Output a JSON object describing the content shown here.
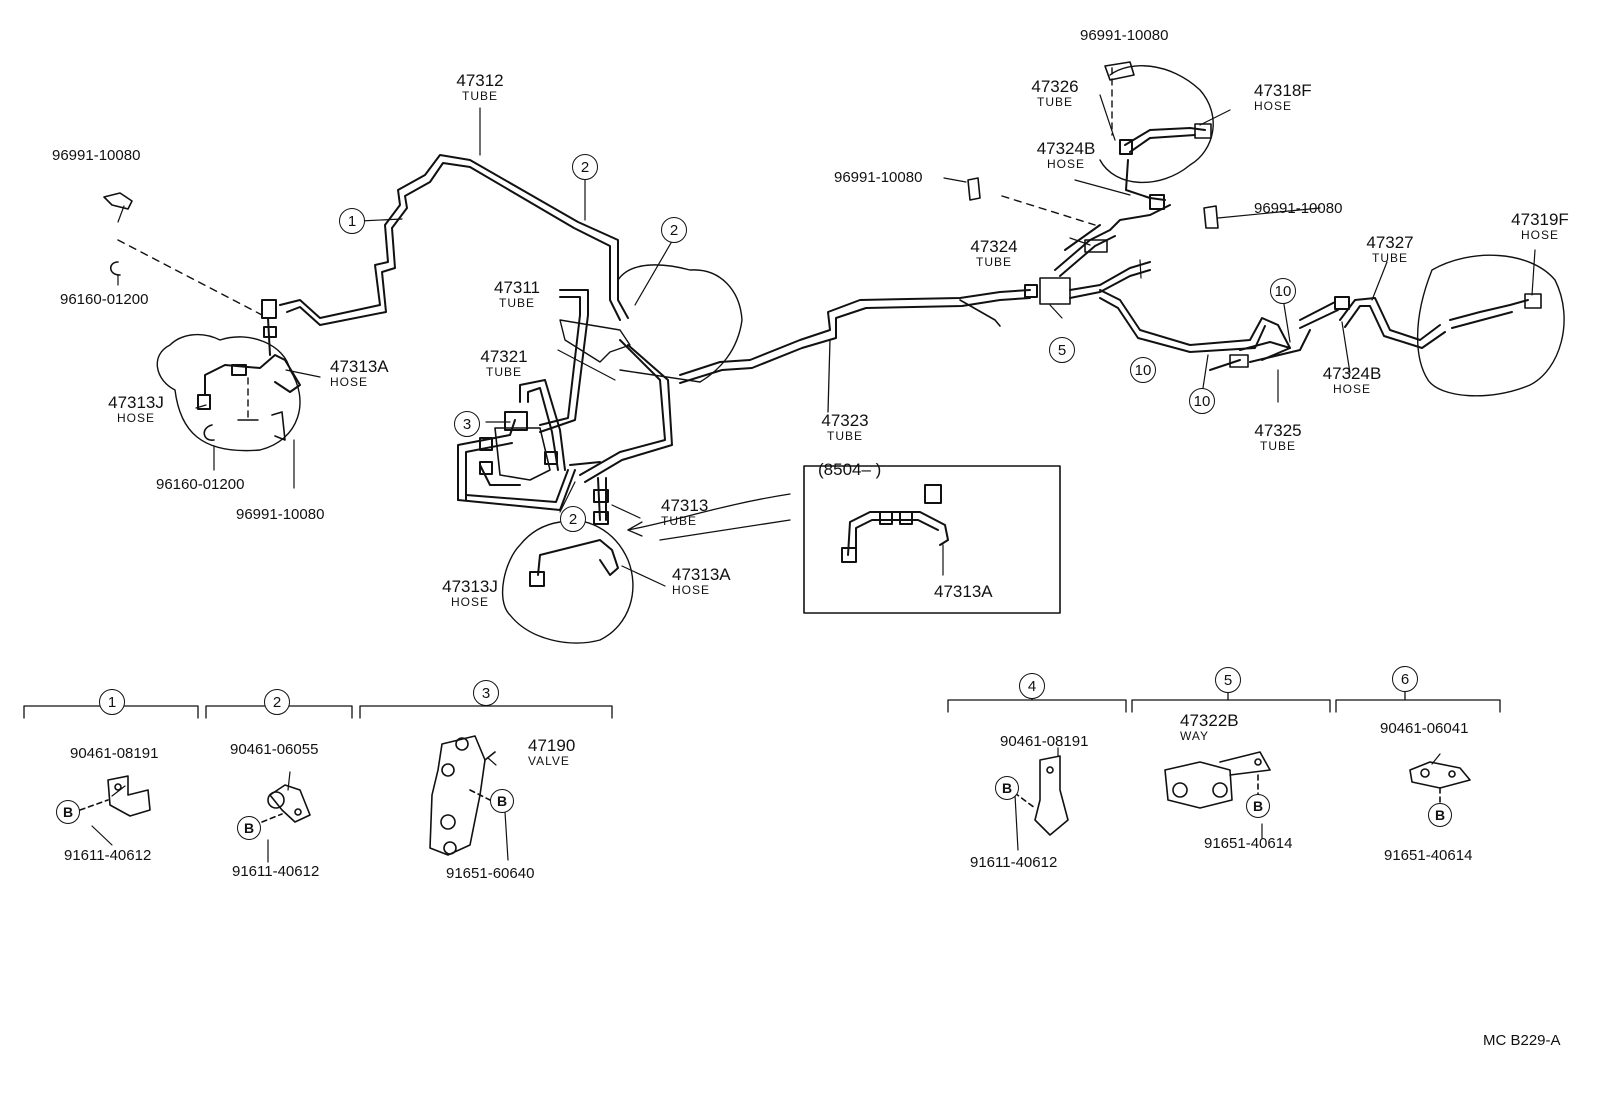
{
  "labels": {
    "l47312": {
      "num": "47312",
      "sub": "TUBE"
    },
    "l47311": {
      "num": "47311",
      "sub": "TUBE"
    },
    "l47321": {
      "num": "47321",
      "sub": "TUBE"
    },
    "l47313": {
      "num": "47313",
      "sub": "TUBE"
    },
    "l47313a_left": {
      "num": "47313A",
      "sub": "HOSE"
    },
    "l47313j_left": {
      "num": "47313J",
      "sub": "HOSE"
    },
    "l47313a_front": {
      "num": "47313A",
      "sub": "HOSE"
    },
    "l47313j_front": {
      "num": "47313J",
      "sub": "HOSE"
    },
    "l47323": {
      "num": "47323",
      "sub": "TUBE"
    },
    "l47326": {
      "num": "47326",
      "sub": "TUBE"
    },
    "l47318f": {
      "num": "47318F",
      "sub": "HOSE"
    },
    "l47324b_top": {
      "num": "47324B",
      "sub": "HOSE"
    },
    "l47324": {
      "num": "47324",
      "sub": "TUBE"
    },
    "l47327": {
      "num": "47327",
      "sub": "TUBE"
    },
    "l47319f": {
      "num": "47319F",
      "sub": "HOSE"
    },
    "l47324b_right": {
      "num": "47324B",
      "sub": "HOSE"
    },
    "l47325": {
      "num": "47325",
      "sub": "TUBE"
    },
    "l47190": {
      "num": "47190",
      "sub": "VALVE"
    },
    "l47322b": {
      "num": "47322B",
      "sub": "WAY"
    }
  },
  "part_numbers": {
    "p96991_topleft": "96991-10080",
    "p96160_left": "96160-01200",
    "p96160_lower": "96160-01200",
    "p96991_lower": "96991-10080",
    "p96991_top": "96991-10080",
    "p96991_mid": "96991-10080",
    "p96991_right": "96991-10080",
    "p90461_08191_g1": "90461-08191",
    "p91611_40612_g1": "91611-40612",
    "p90461_06055": "90461-06055",
    "p91611_40612_g2": "91611-40612",
    "p91651_60640": "91651-60640",
    "p90461_08191_g4": "90461-08191",
    "p91611_40612_g4": "91611-40612",
    "p91651_40614_g5": "91651-40614",
    "p90461_06041": "90461-06041",
    "p91651_40614_g6": "91651-40614"
  },
  "callouts": {
    "c1": "1",
    "c2a": "2",
    "c2b": "2",
    "c2c": "2",
    "c3": "3",
    "c5": "5",
    "c10a": "10",
    "c10b": "10",
    "c10c": "10"
  },
  "groups": {
    "g1": "1",
    "g2": "2",
    "g3": "3",
    "g4": "4",
    "g5": "5",
    "g6": "6"
  },
  "bolt_marker": "B",
  "inset": {
    "date_label": "(8504–       )",
    "part": "47313A"
  },
  "footer": {
    "code": "MC  B229-A"
  }
}
